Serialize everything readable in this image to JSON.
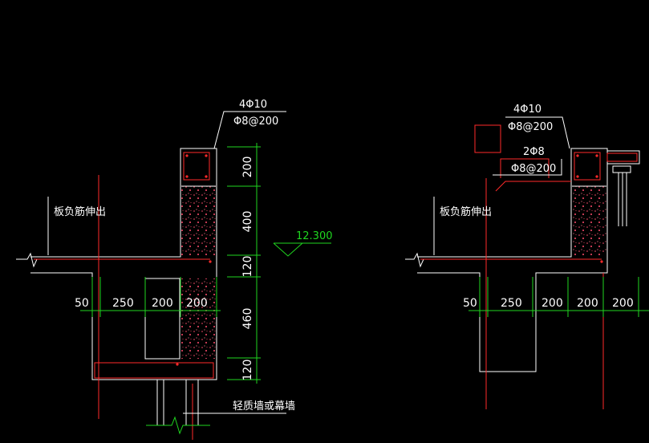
{
  "left_detail": {
    "top_rebar": "4Φ10",
    "stirrup": "Φ8@200",
    "slab_note": "板负筋伸出",
    "elevation": "12.300",
    "vertical_dims": [
      "200",
      "400",
      "120",
      "460",
      "120"
    ],
    "horizontal_dims": [
      "50",
      "250",
      "200",
      "200"
    ],
    "wall_note": "轻质墙或幕墙"
  },
  "right_detail": {
    "top_rebar": "4Φ10",
    "stirrup": "Φ8@200",
    "sub_rebar": "2Φ8",
    "sub_stirrup": "Φ8@200",
    "slab_note": "板负筋伸出",
    "horizontal_dims": [
      "50",
      "250",
      "200",
      "200",
      "200"
    ]
  },
  "colors": {
    "background": "#000000",
    "outline": "#ffffff",
    "dimension": "#1fd61f",
    "rebar": "#ff2a2a",
    "infill": "#ff4d6d"
  }
}
